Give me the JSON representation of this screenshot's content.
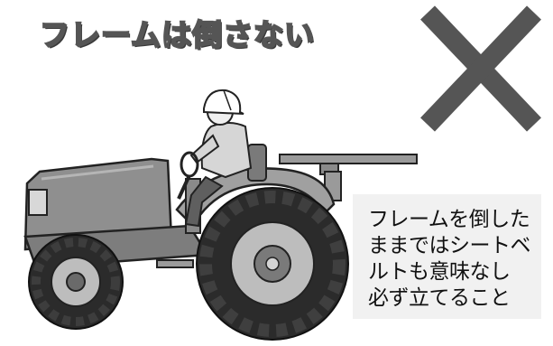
{
  "title": "フレームは倒さない",
  "note": {
    "lines": [
      "フレームを倒した",
      "ままではシートベ",
      "ルトも意味なし",
      "必ず立てること"
    ]
  },
  "colors": {
    "cross": "#555555",
    "tractor_body": "#8f8f8f",
    "tires": "#2b2b2b",
    "note_bg": "#f1f1f1"
  },
  "icons": [
    "cross-mark-icon",
    "tractor-illustration",
    "operator-figure"
  ]
}
